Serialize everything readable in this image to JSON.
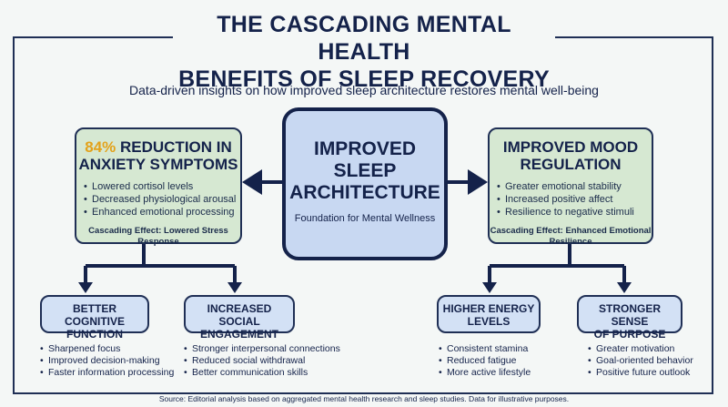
{
  "title_line1": "THE CASCADING MENTAL HEALTH",
  "title_line2": "BENEFITS OF SLEEP RECOVERY",
  "subtitle": "Data-driven insights on how improved sleep architecture restores mental well-being",
  "center": {
    "title_lines": [
      "IMPROVED",
      "SLEEP",
      "ARCHITECTURE"
    ],
    "subtitle": "Foundation for Mental Wellness"
  },
  "left": {
    "percent": "84%",
    "title_rest": " REDUCTION IN",
    "title_line2": "ANXIETY SYMPTOMS",
    "points": [
      "Lowered cortisol levels",
      "Decreased physiological arousal",
      "Enhanced emotional processing"
    ],
    "cascade": "Cascading Effect: Lowered Stress Response"
  },
  "right": {
    "title_line1": "IMPROVED MOOD",
    "title_line2": "REGULATION",
    "points": [
      "Greater emotional stability",
      "Increased positive affect",
      "Resilience to negative stimuli"
    ],
    "cascade": "Cascading Effect: Enhanced Emotional Resilience"
  },
  "outcomes": [
    {
      "title_line1": "BETTER COGNITIVE",
      "title_line2": "FUNCTION",
      "points": [
        "Sharpened focus",
        "Improved decision-making",
        "Faster information processing"
      ]
    },
    {
      "title_line1": "INCREASED SOCIAL",
      "title_line2": "ENGAGEMENT",
      "points": [
        "Stronger interpersonal connections",
        "Reduced social withdrawal",
        "Better communication skills"
      ]
    },
    {
      "title_line1": "HIGHER ENERGY",
      "title_line2": "LEVELS",
      "points": [
        "Consistent stamina",
        "Reduced fatigue",
        "More active lifestyle"
      ]
    },
    {
      "title_line1": "STRONGER SENSE",
      "title_line2": "OF PURPOSE",
      "points": [
        "Greater motivation",
        "Goal-oriented behavior",
        "Positive future outlook"
      ]
    }
  ],
  "source": "Source: Editorial analysis based on aggregated mental health research and sleep studies. Data for illustrative purposes."
}
